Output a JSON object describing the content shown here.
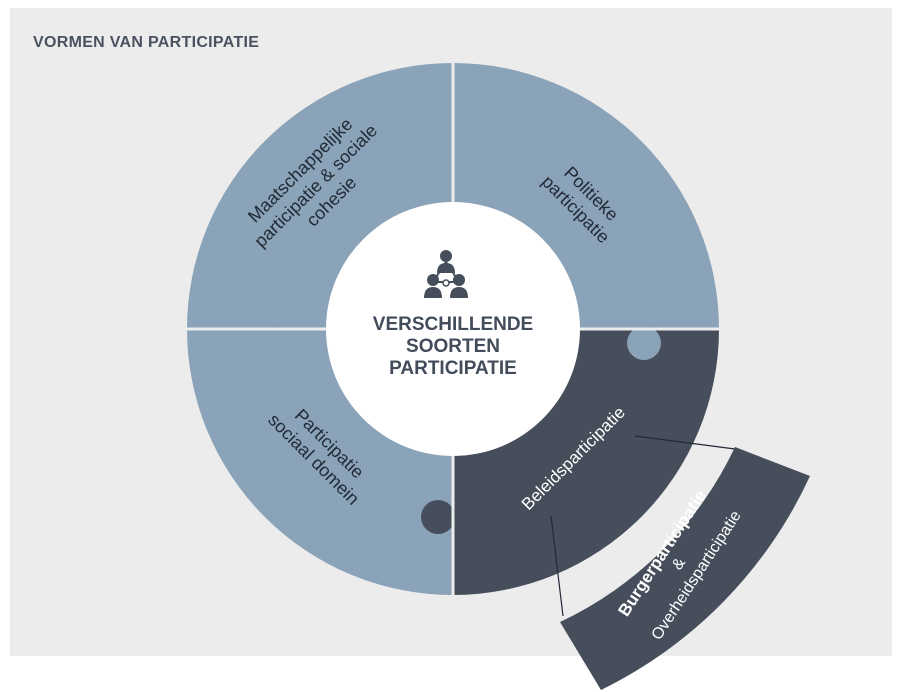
{
  "title": "VORMEN VAN PARTICIPATIE",
  "center": {
    "line1": "VERSCHILLENDE",
    "line2": "SOORTEN",
    "line3": "PARTICIPATIE",
    "icon": "people-network-icon"
  },
  "segments": {
    "top_left": {
      "line1": "Maatschappelijke",
      "line2": "participatie & sociale",
      "line3": "cohesie"
    },
    "top_right": {
      "line1": "Politieke",
      "line2": "participatie"
    },
    "bottom_left": {
      "line1": "Participatie",
      "line2": "sociaal domein"
    },
    "bottom_right": {
      "label": "Beleidsparticipatie"
    }
  },
  "band": {
    "bold": "Burgerparticipatie",
    "amp": "&",
    "rest": "Overheidsparticipatie"
  },
  "colors": {
    "light_segment": "#8aa3b8",
    "dark_segment": "#464e5c",
    "background": "#ececec",
    "separator": "#ececec",
    "center": "#ffffff"
  }
}
